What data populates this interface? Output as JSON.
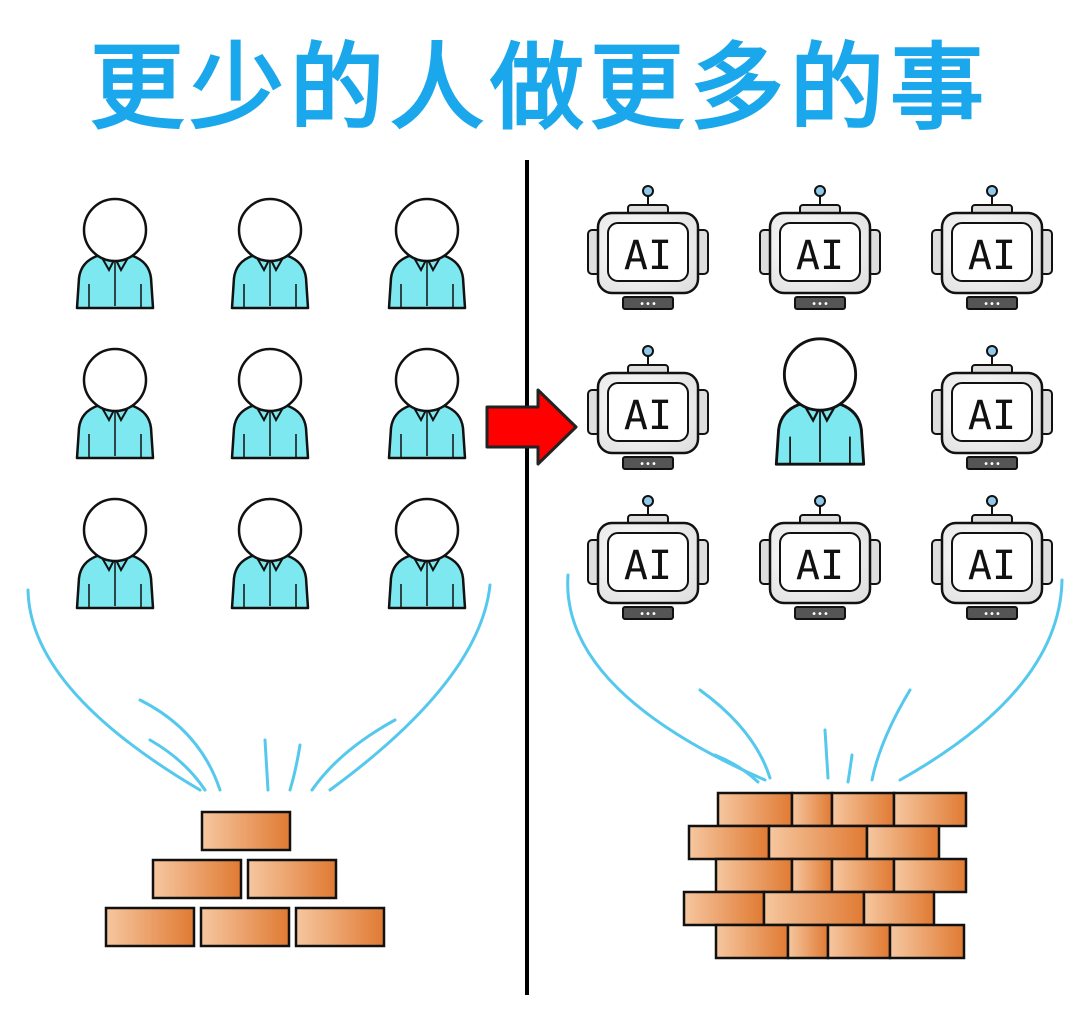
{
  "title": "更少的人做更多的事",
  "colors": {
    "title": "#1aa7ec",
    "shirt": "#7ee8f0",
    "robot_body": "#dedede",
    "robot_base": "#555555",
    "antenna": "#8fc8e8",
    "arrow": "#ff0000",
    "effort_lines": "#55c8ee",
    "brick_light": "#f6c7a0",
    "brick_dark": "#e07a33",
    "divider": "#000000"
  },
  "left_panel": {
    "workers": [
      "person",
      "person",
      "person",
      "person",
      "person",
      "person",
      "person",
      "person",
      "person"
    ],
    "bricks": [
      3,
      2,
      1
    ]
  },
  "right_panel": {
    "workers": [
      "robot",
      "robot",
      "robot",
      "robot",
      "person",
      "robot",
      "robot",
      "robot",
      "robot"
    ],
    "robot_label": "AI",
    "wall_rows": 5
  },
  "arrow_direction": "right"
}
